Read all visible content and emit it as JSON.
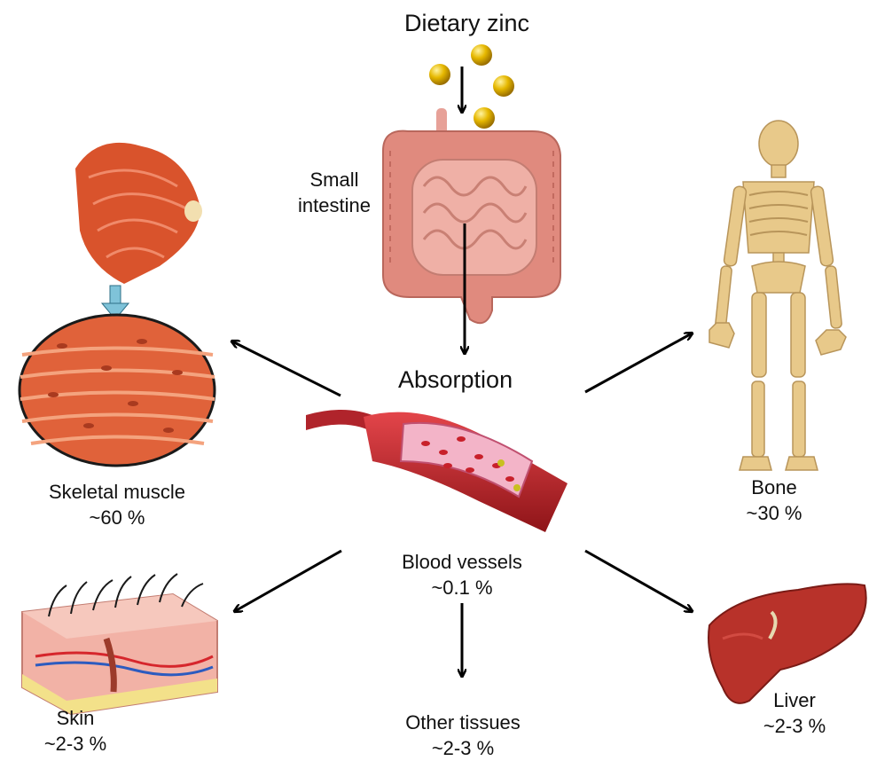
{
  "center": {
    "source_label": "Dietary zinc",
    "intestine_label": "Small intestine",
    "intestine_lines": [
      "Small",
      "intestine"
    ],
    "absorption_label": "Absorption"
  },
  "tissues": {
    "skeletal_muscle": {
      "name": "Skeletal muscle",
      "share": "~60 %"
    },
    "bone": {
      "name": "Bone",
      "share": "~30 %"
    },
    "blood_vessels": {
      "name": "Blood vessels",
      "share": "~0.1 %"
    },
    "skin": {
      "name": "Skin",
      "share": "~2-3 %"
    },
    "liver": {
      "name": "Liver",
      "share": "~2-3 %"
    },
    "other": {
      "name": "Other tissues",
      "share": "~2-3 %"
    }
  },
  "colors": {
    "zinc": "#e0b000",
    "muscle": "#d9532c",
    "intestine": "#e08a7e",
    "bone": "#e8c98a",
    "liver": "#b8322a",
    "vessel": "#c0262c",
    "arrow": "#000000"
  }
}
